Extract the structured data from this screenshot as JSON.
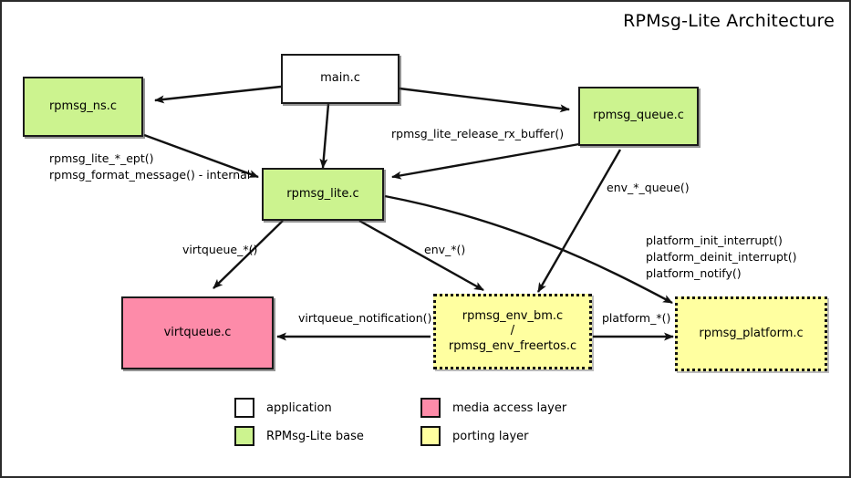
{
  "diagram": {
    "title": "RPMsg-Lite Architecture",
    "colors": {
      "application": "#ffffff",
      "rpmsg_lite_base": "#ccf38f",
      "media_access_layer": "#fd8ba9",
      "porting_layer": "#ffffa0",
      "stroke": "#111111",
      "background": "#ffffff"
    },
    "nodes": [
      {
        "id": "rpmsg_ns",
        "label": "rpmsg_ns.c",
        "layer": "RPMsg-Lite base"
      },
      {
        "id": "main",
        "label": "main.c",
        "layer": "application"
      },
      {
        "id": "rpmsg_queue",
        "label": "rpmsg_queue.c",
        "layer": "RPMsg-Lite base"
      },
      {
        "id": "rpmsg_lite",
        "label": "rpmsg_lite.c",
        "layer": "RPMsg-Lite base"
      },
      {
        "id": "virtqueue",
        "label": "virtqueue.c",
        "layer": "media access layer"
      },
      {
        "id": "rpmsg_env",
        "label": "rpmsg_env_bm.c\n/\nrpmsg_env_freertos.c",
        "layer": "porting layer"
      },
      {
        "id": "rpmsg_platform",
        "label": "rpmsg_platform.c",
        "layer": "porting layer"
      }
    ],
    "edge_labels": {
      "ns_to_lite": "rpmsg_lite_*_ept()\nrpmsg_format_message() - internal",
      "release_rx_buffer": "rpmsg_lite_release_rx_buffer()",
      "env_queue": "env_*_queue()",
      "platform_calls": "platform_init_interrupt()\nplatform_deinit_interrupt()\nplatform_notify()",
      "virtqueue_star": "virtqueue_*()",
      "env_star": "env_*()",
      "virtqueue_notification": "virtqueue_notification()",
      "platform_star": "platform_*()"
    },
    "legend": [
      {
        "label": "application",
        "color": "#ffffff"
      },
      {
        "label": "RPMsg-Lite base",
        "color": "#ccf38f"
      },
      {
        "label": "media access layer",
        "color": "#fd8ba9"
      },
      {
        "label": "porting layer",
        "color": "#ffffa0"
      }
    ]
  }
}
